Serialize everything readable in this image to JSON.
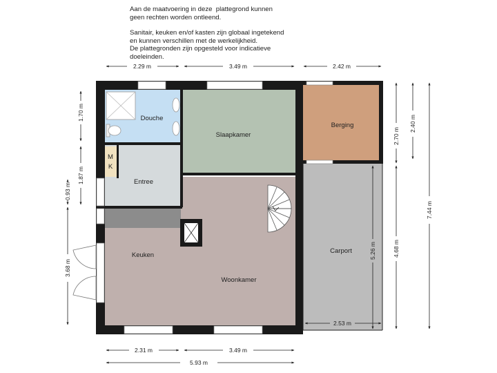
{
  "notes": [
    "Aan de maatvoering in deze  plattegrond kunnen",
    "geen rechten worden ontleend.",
    "Sanitair, keuken en/of kasten zijn globaal ingetekend",
    "en kunnen verschillen met de werkelijkheid.",
    "De plattegronden zijn opgesteld voor indicatieve",
    "doeleinden."
  ],
  "rooms": {
    "douche": "Douche",
    "slaapkamer": "Slaapkamer",
    "berging": "Berging",
    "mk_m": "M",
    "mk_k": "K",
    "entree": "Entree",
    "keuken": "Keuken",
    "woonkamer": "Woonkamer",
    "carport": "Carport"
  },
  "dimensions": {
    "top_left": "2.29 m",
    "top_mid": "3.49 m",
    "top_right": "2.42 m",
    "left_upper": "1.70 m",
    "left_mid": "1.87 m",
    "left_small": "0.93 m",
    "left_lower": "3.68 m",
    "right_berging": "2.40 m",
    "right_upper": "2.70 m",
    "right_lower": "4.68 m",
    "right_total": "7.44 m",
    "carport_depth": "5.26 m",
    "carport_width": "2.53 m",
    "bottom_left": "2.31 m",
    "bottom_mid": "3.49 m",
    "bottom_total": "5.93 m"
  },
  "colors": {
    "wall": "#1a1a1a",
    "bathroom": "#c5dff3",
    "bedroom": "#b4c2b2",
    "storage": "#cf9f7d",
    "hall": "#d5dadc",
    "living": "#bfb0ad",
    "kitchen_counter": "#8c8c8c",
    "carport": "#bcbcbc"
  }
}
